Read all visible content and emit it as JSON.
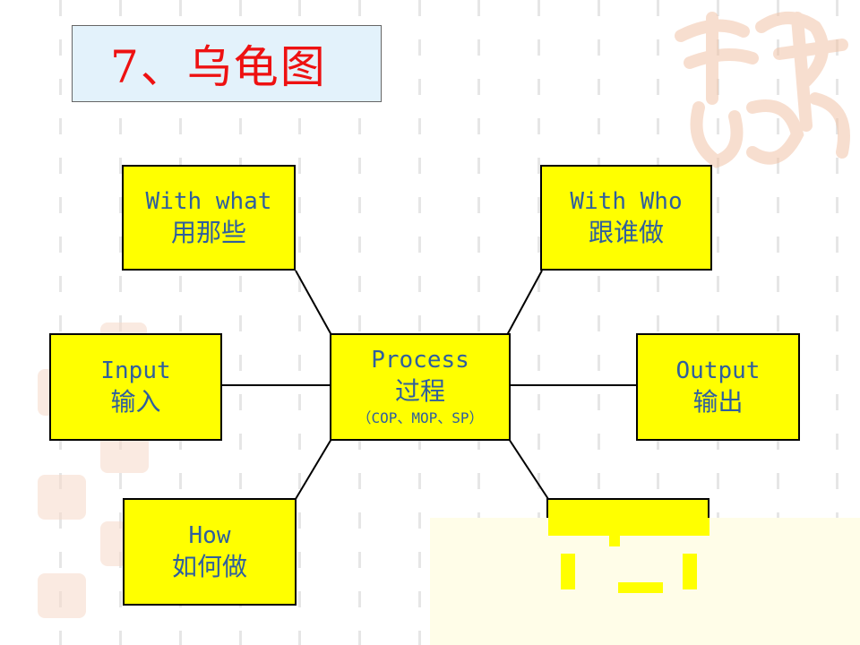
{
  "title": "7、乌龟图",
  "nodes": {
    "with_what": {
      "en": "With what",
      "zh": "用那些"
    },
    "with_who": {
      "en": "With Who",
      "zh": "跟谁做"
    },
    "input": {
      "en": "Input",
      "zh": "输入"
    },
    "process": {
      "en": "Process",
      "zh": "过程",
      "sub": "（COP、MOP、SP）"
    },
    "output": {
      "en": "Output",
      "zh": "输出"
    },
    "how": {
      "en": "How",
      "zh": "如何做"
    }
  },
  "colors": {
    "node_fill": "#ffff00",
    "node_text": "#2f5f9e",
    "title_text": "#ee1111",
    "title_bg": "#e3f2fb"
  }
}
